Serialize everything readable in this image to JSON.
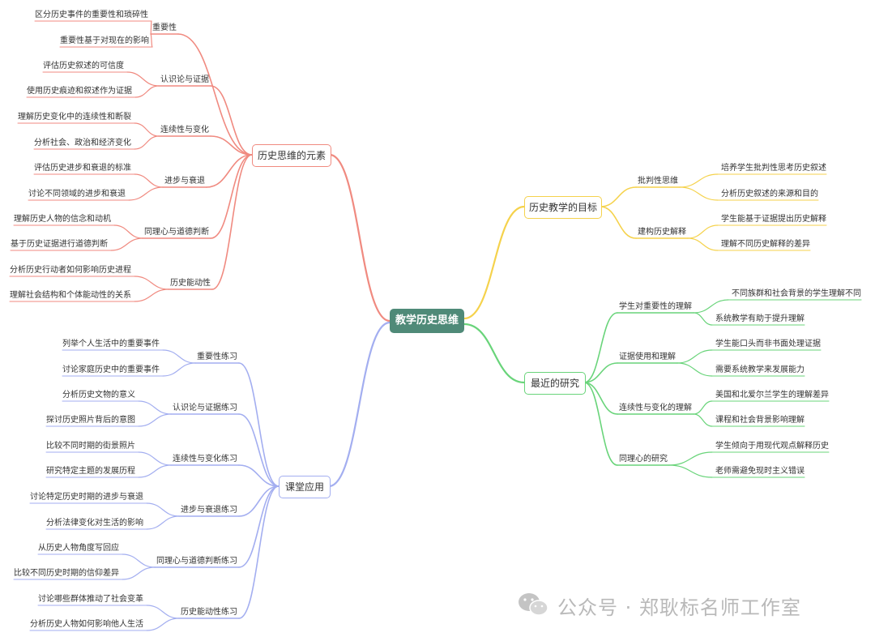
{
  "root": "教学历史思维",
  "colors": {
    "red": "#f08a80",
    "yellow": "#f5d24c",
    "green": "#69d47a",
    "blue": "#a3aef0",
    "root_bg": "#4f8a78"
  },
  "branches": [
    {
      "id": "elements",
      "label": "历史思维的元素",
      "color": "red",
      "children": [
        {
          "label": "重要性",
          "children": [
            "区分历史事件的重要性和琐碎性",
            "重要性基于对现在的影响"
          ]
        },
        {
          "label": "认识论与证据",
          "children": [
            "评估历史叙述的可信度",
            "使用历史痕迹和叙述作为证据"
          ]
        },
        {
          "label": "连续性与变化",
          "children": [
            "理解历史变化中的连续性和断裂",
            "分析社会、政治和经济变化"
          ]
        },
        {
          "label": "进步与衰退",
          "children": [
            "评估历史进步和衰退的标准",
            "讨论不同领域的进步和衰退"
          ]
        },
        {
          "label": "同理心与道德判断",
          "children": [
            "理解历史人物的信念和动机",
            "基于历史证据进行道德判断"
          ]
        },
        {
          "label": "历史能动性",
          "children": [
            "分析历史行动者如何影响历史进程",
            "理解社会结构和个体能动性的关系"
          ]
        }
      ]
    },
    {
      "id": "practice",
      "label": "课堂应用",
      "color": "blue",
      "children": [
        {
          "label": "重要性练习",
          "children": [
            "列举个人生活中的重要事件",
            "讨论家庭历史中的重要事件"
          ]
        },
        {
          "label": "认识论与证据练习",
          "children": [
            "分析历史文物的意义",
            "探讨历史照片背后的意图"
          ]
        },
        {
          "label": "连续性与变化练习",
          "children": [
            "比较不同时期的街景照片",
            "研究特定主题的发展历程"
          ]
        },
        {
          "label": "进步与衰退练习",
          "children": [
            "讨论特定历史时期的进步与衰退",
            "分析法律变化对生活的影响"
          ]
        },
        {
          "label": "同理心与道德判断练习",
          "children": [
            "从历史人物角度写回应",
            "比较不同历史时期的信仰差异"
          ]
        },
        {
          "label": "历史能动性练习",
          "children": [
            "讨论哪些群体推动了社会变革",
            "分析历史人物如何影响他人生活"
          ]
        }
      ]
    },
    {
      "id": "goals",
      "label": "历史教学的目标",
      "color": "yellow",
      "children": [
        {
          "label": "批判性思维",
          "children": [
            "培养学生批判性思考历史叙述",
            "分析历史叙述的来源和目的"
          ]
        },
        {
          "label": "建构历史解释",
          "children": [
            "学生能基于证据提出历史解释",
            "理解不同历史解释的差异"
          ]
        }
      ]
    },
    {
      "id": "research",
      "label": "最近的研究",
      "color": "green",
      "children": [
        {
          "label": "学生对重要性的理解",
          "children": [
            "不同族群和社会背景的学生理解不同",
            "系统教学有助于提升理解"
          ]
        },
        {
          "label": "证据使用和理解",
          "children": [
            "学生能口头而非书面处理证据",
            "需要系统教学来发展能力"
          ]
        },
        {
          "label": "连续性与变化的理解",
          "children": [
            "美国和北爱尔兰学生的理解差异",
            "课程和社会背景影响理解"
          ]
        },
        {
          "label": "同理心的研究",
          "children": [
            "学生倾向于用现代观点解释历史",
            "老师需避免现时主义错误"
          ]
        }
      ]
    }
  ],
  "watermark": "公众号 · 郑耿标名师工作室",
  "watermark_icon": "wechat-icon"
}
